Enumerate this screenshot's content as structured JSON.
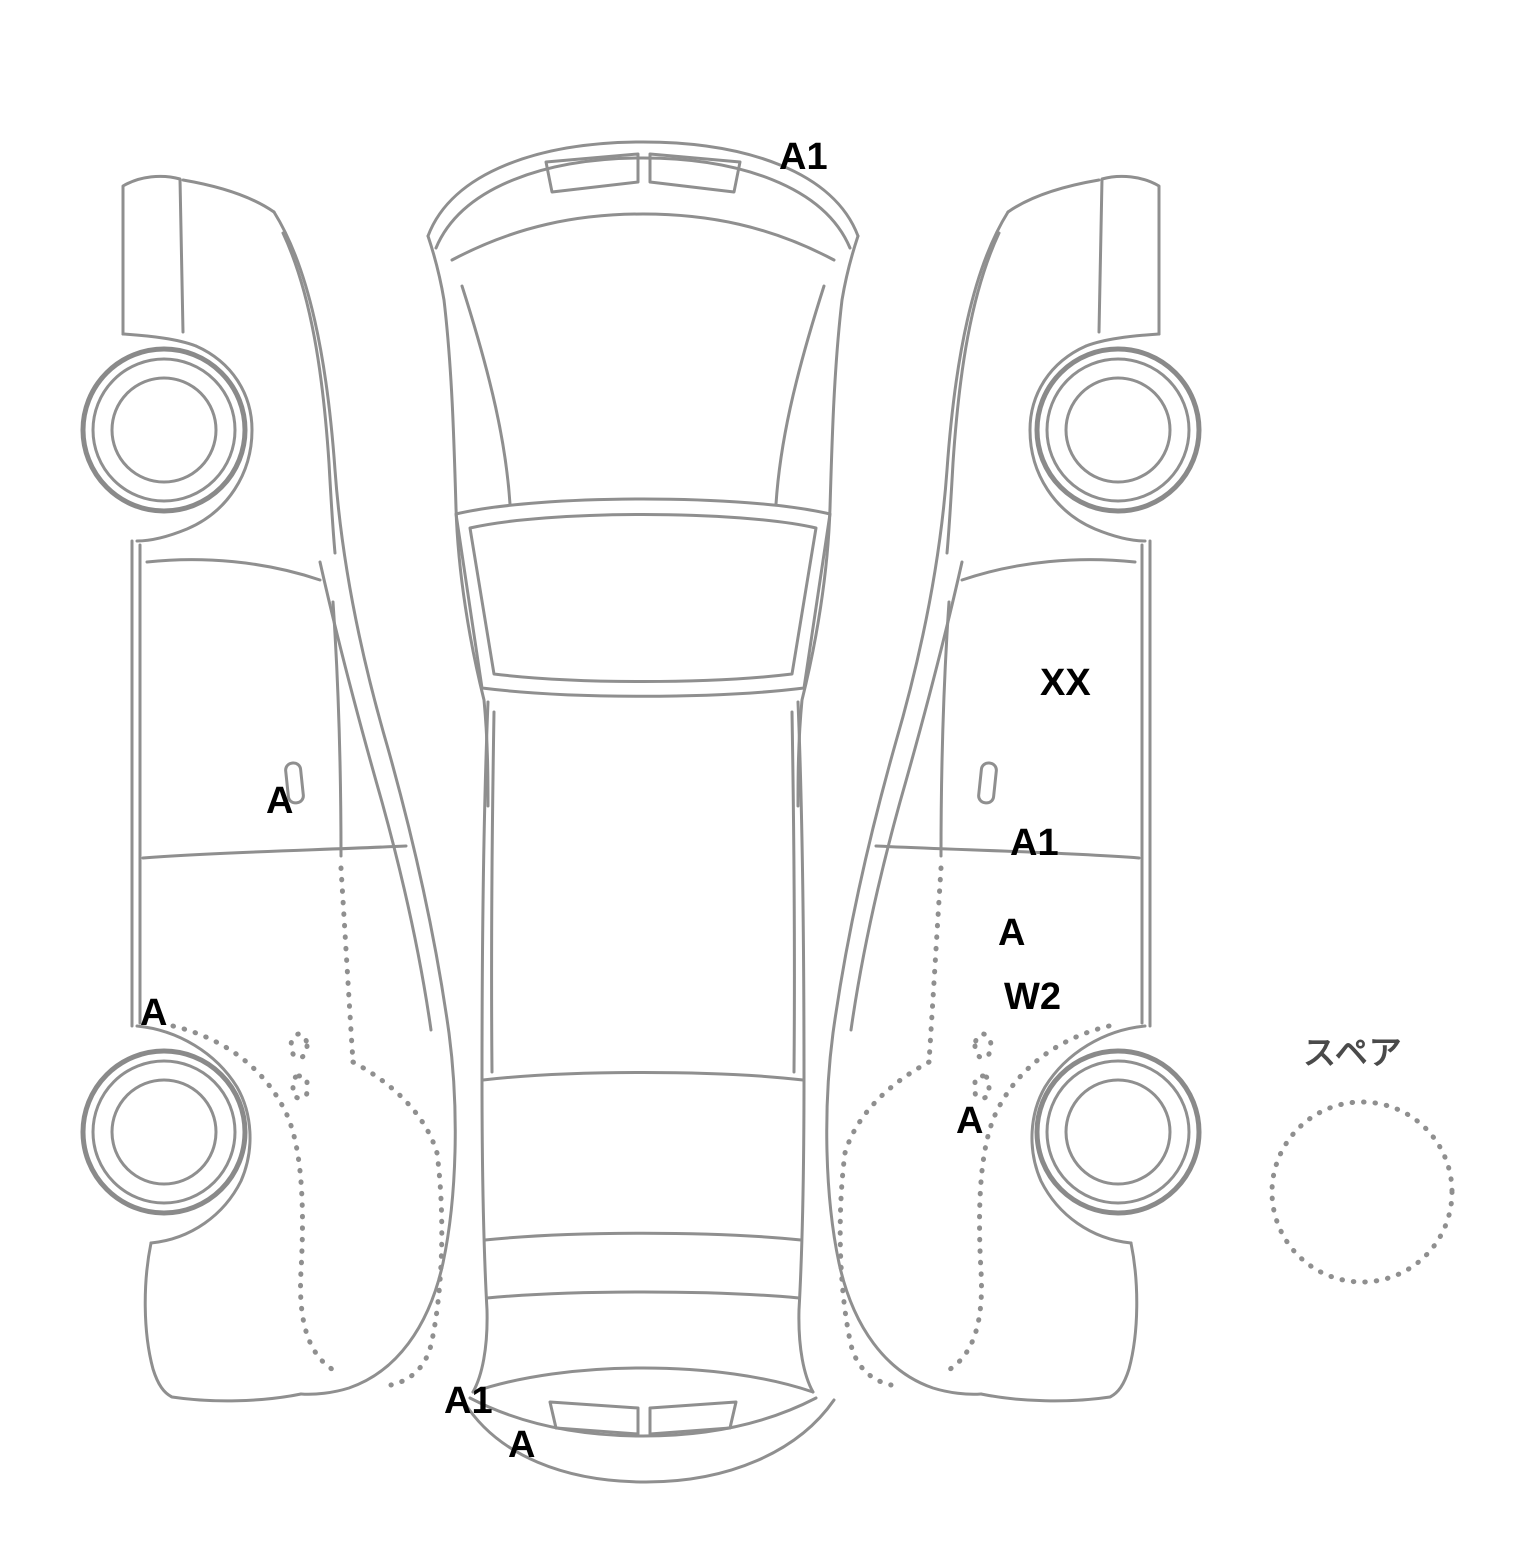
{
  "diagram": {
    "line_color": "#8f8f8f",
    "code_color": "#000000",
    "labels": [
      {
        "id": "a1-front",
        "text": "A1"
      },
      {
        "id": "xx-right-front-door",
        "text": "XX"
      },
      {
        "id": "a-left-front-door",
        "text": "A"
      },
      {
        "id": "a1-right-rear-door",
        "text": "A1"
      },
      {
        "id": "a-right-rear-door",
        "text": "A"
      },
      {
        "id": "w2-right-rear",
        "text": "W2"
      },
      {
        "id": "a-left-rocker",
        "text": "A"
      },
      {
        "id": "a-right-rocker",
        "text": "A"
      },
      {
        "id": "a1-rear",
        "text": "A1"
      },
      {
        "id": "a-rear",
        "text": "A"
      },
      {
        "id": "spare",
        "text": "スペア"
      }
    ]
  }
}
